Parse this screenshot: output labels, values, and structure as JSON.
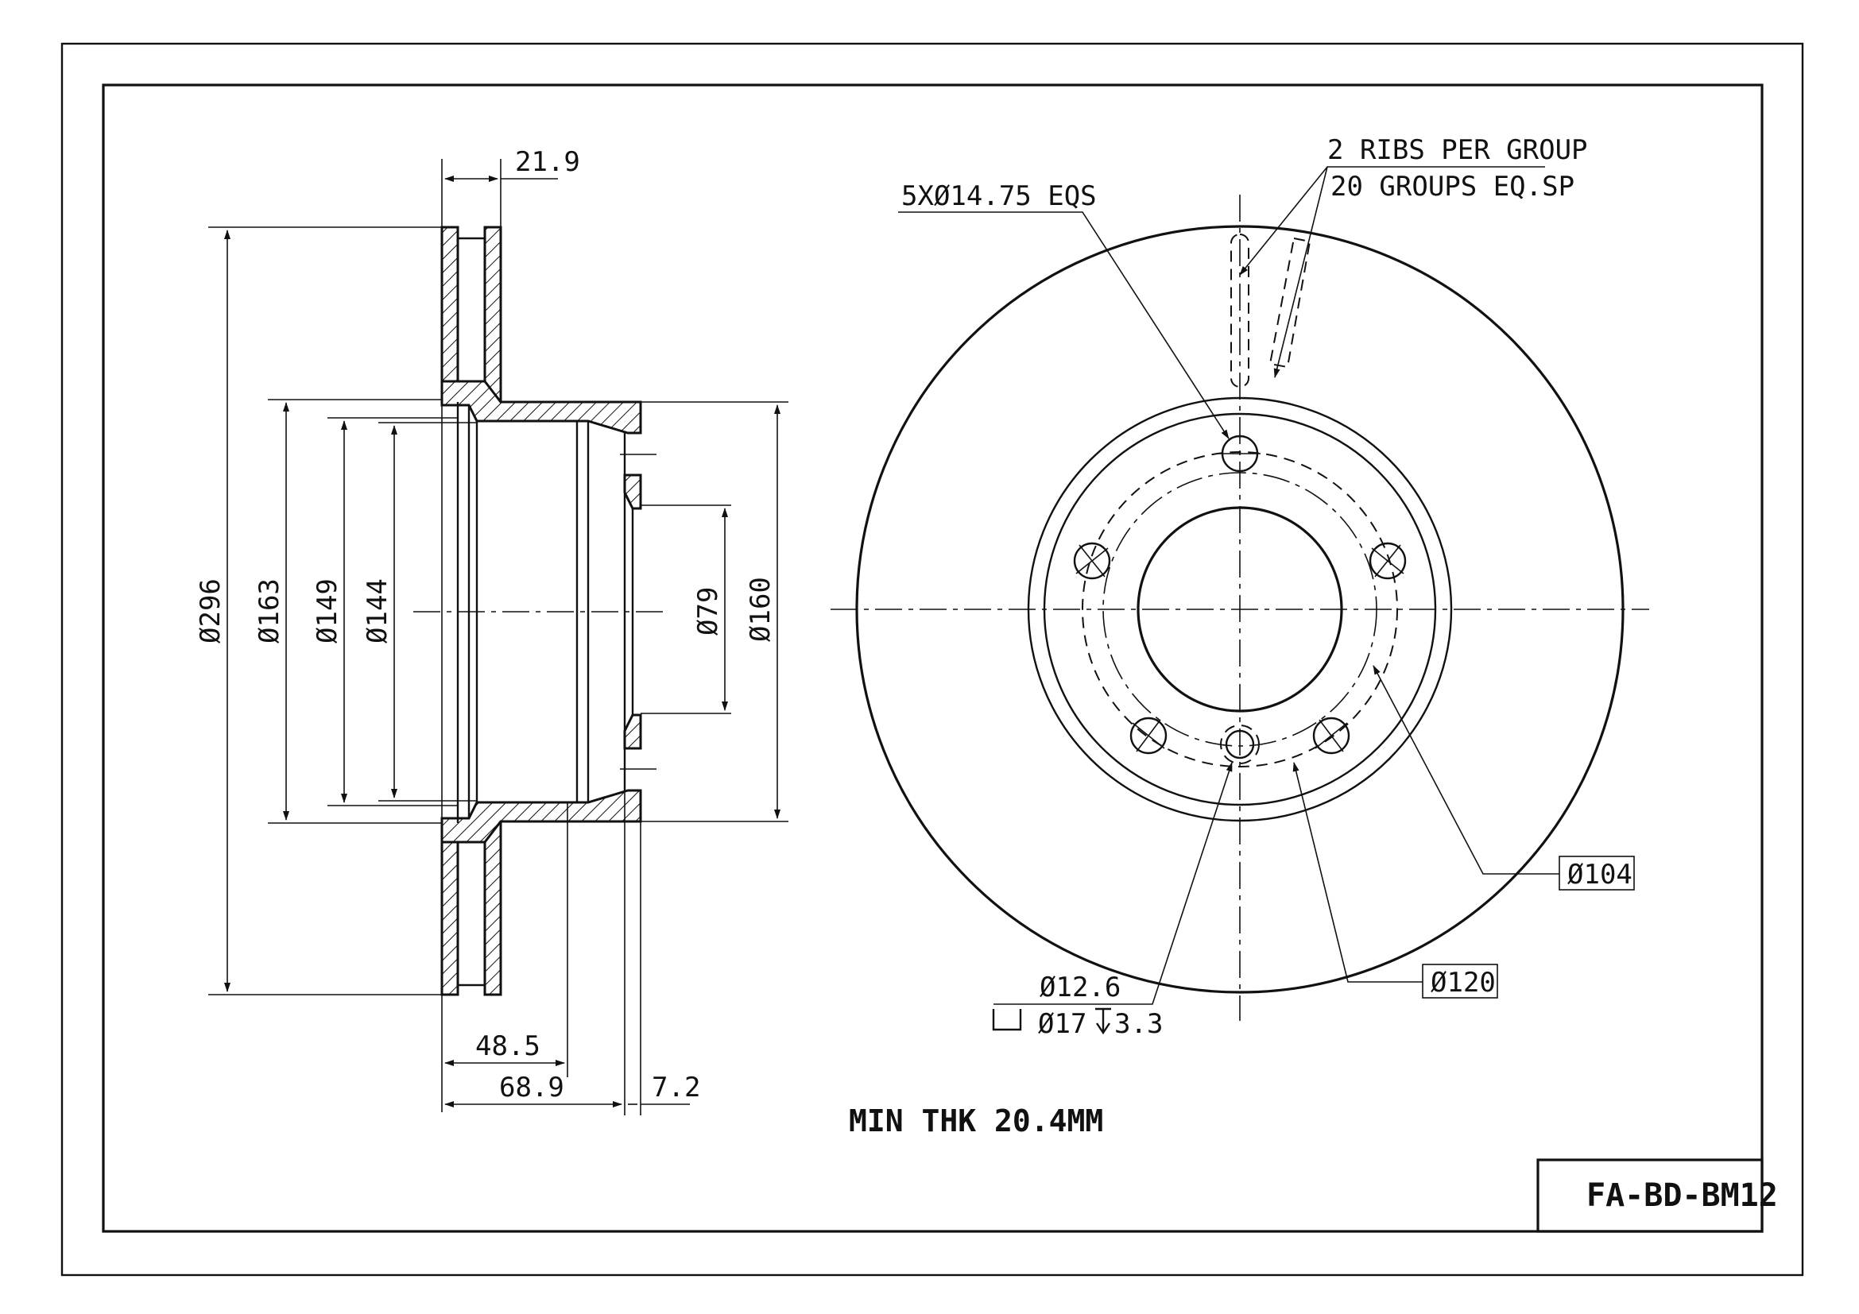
{
  "side_view": {
    "dims": {
      "thickness": "21.9",
      "outer_diameter": "Ø296",
      "hat_outer": "Ø163",
      "hat_inner": "Ø149",
      "hat_bore": "Ø144",
      "center_bore": "Ø79",
      "hat_diameter": "Ø160",
      "offset_48": "48.5",
      "height_68": "68.9",
      "hat_wall": "7.2"
    }
  },
  "front_view": {
    "bolt_holes_note": "5XØ14.75 EQS",
    "ribs_note_line1": "2 RIBS PER GROUP",
    "ribs_note_line2": "20 GROUPS EQ.SP",
    "pcd_inner": "Ø104",
    "pcd_outer": "Ø120",
    "hole_small": "Ø12.6",
    "counterbore_prefix": "⌴",
    "counterbore": "Ø17",
    "depth_symbol": "↧",
    "depth_value": "3.3"
  },
  "notes": {
    "min_thickness": "MIN THK 20.4MM"
  },
  "title_block": {
    "part_code": "FA-BD-BM12"
  }
}
